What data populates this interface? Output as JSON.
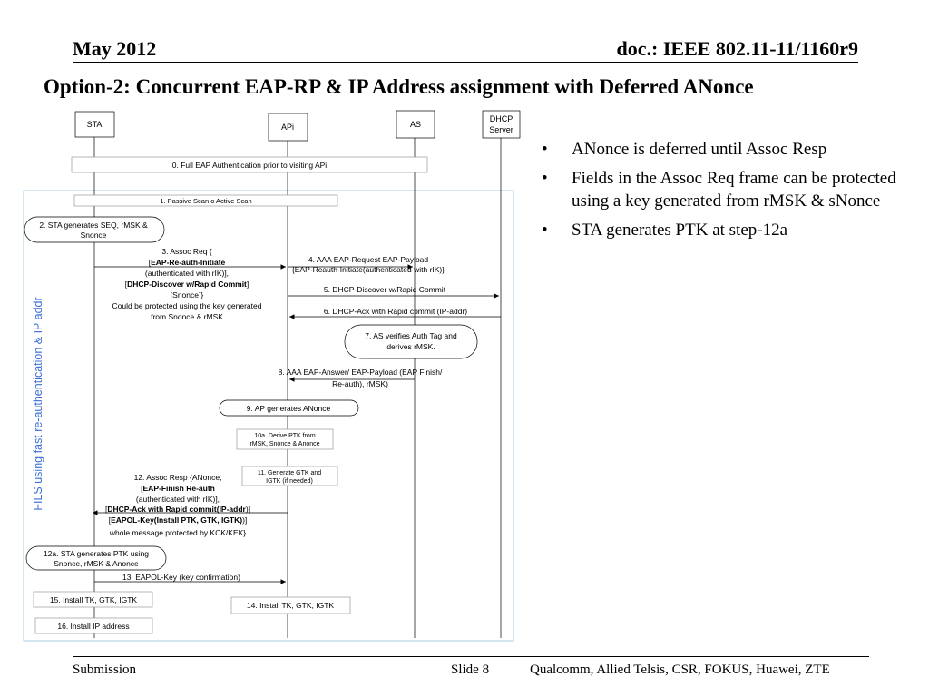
{
  "header": {
    "date": "May 2012",
    "doc_id": "doc.: IEEE 802.11-11/1160r9"
  },
  "title": "Option-2: Concurrent EAP-RP & IP Address assignment with Deferred ANonce",
  "diagram": {
    "entities": [
      "STA",
      "APi",
      "AS",
      "DHCP",
      "Server"
    ],
    "side_label": "FILS using fast re-authentication & IP addr",
    "step0": "0. Full EAP Authentication prior to visiting APi",
    "step1": "1. Passive Scan o Active Scan",
    "step2": [
      "2. STA generates SEQ, rMSK &",
      "Snonce"
    ],
    "step3": {
      "line1": "3. Assoc Req {",
      "b1_open": "[",
      "b1_bold": "EAP-Re-auth-Initiate",
      "line3": "(authenticated with rIK)],",
      "b2_open": "[",
      "b2_bold": "DHCP-Discover w/Rapid Commit",
      "b2_close": "]",
      "line5": "[Snonce]}",
      "line6": "Could be protected using the key generated",
      "line7": "from Snonce & rMSK"
    },
    "step4": [
      "4. AAA EAP-Request EAP-Payload",
      "{EAP-Reauth-Initiate(authenticated with rIK)}"
    ],
    "step5": "5. DHCP-Discover w/Rapid Commit",
    "step6": "6. DHCP-Ack with Rapid commit (IP-addr)",
    "step7": [
      "7. AS verifies Auth Tag and",
      "derives rMSK."
    ],
    "step8": [
      "8. AAA EAP-Answer/ EAP-Payload (EAP Finish/",
      "Re-auth), rMSK)"
    ],
    "step9": "9. AP generates ANonce",
    "step10a": [
      "10a. Derive PTK from",
      "rMSK, Snonce & Anonce"
    ],
    "step11": [
      "11. Generate GTK and",
      "IGTK (if needed)"
    ],
    "step12": {
      "line1": "12. Assoc Resp {ANonce,",
      "b1_open": "[",
      "b1_bold": "EAP-Finish Re-auth",
      "line3": "(authenticated with rIK)],",
      "b2_open": "[",
      "b2_bold": "DHCP-Ack with Rapid commit(IP-addr",
      "b2_close": ")]",
      "b3_open": "[",
      "b3_bold": "EAPOL-Key(Install PTK, GTK, IGTK)",
      "b3_close": ")]",
      "line6": "whole message protected by KCK/KEK}"
    },
    "step12a": [
      "12a. STA generates PTK using",
      "Snonce, rMSK & Anonce"
    ],
    "step13": "13. EAPOL-Key (key confirmation)",
    "step14": "14. Install TK, GTK, IGTK",
    "step15": "15. Install TK, GTK, IGTK",
    "step16": "16. Install IP address"
  },
  "bullets": [
    "ANonce is deferred until Assoc Resp",
    "Fields in the Assoc Req frame can be protected using a key generated from rMSK & sNonce",
    "STA generates PTK at step-12a"
  ],
  "bullet_symbol": "•",
  "footer": {
    "left": "Submission",
    "slide": "Slide 8",
    "authors": "Qualcomm, Allied Telsis, CSR, FOKUS, Huawei, ZTE"
  },
  "colors": {
    "fils_frame": "#a9cfe0",
    "side_label": "#3b6fd4"
  }
}
